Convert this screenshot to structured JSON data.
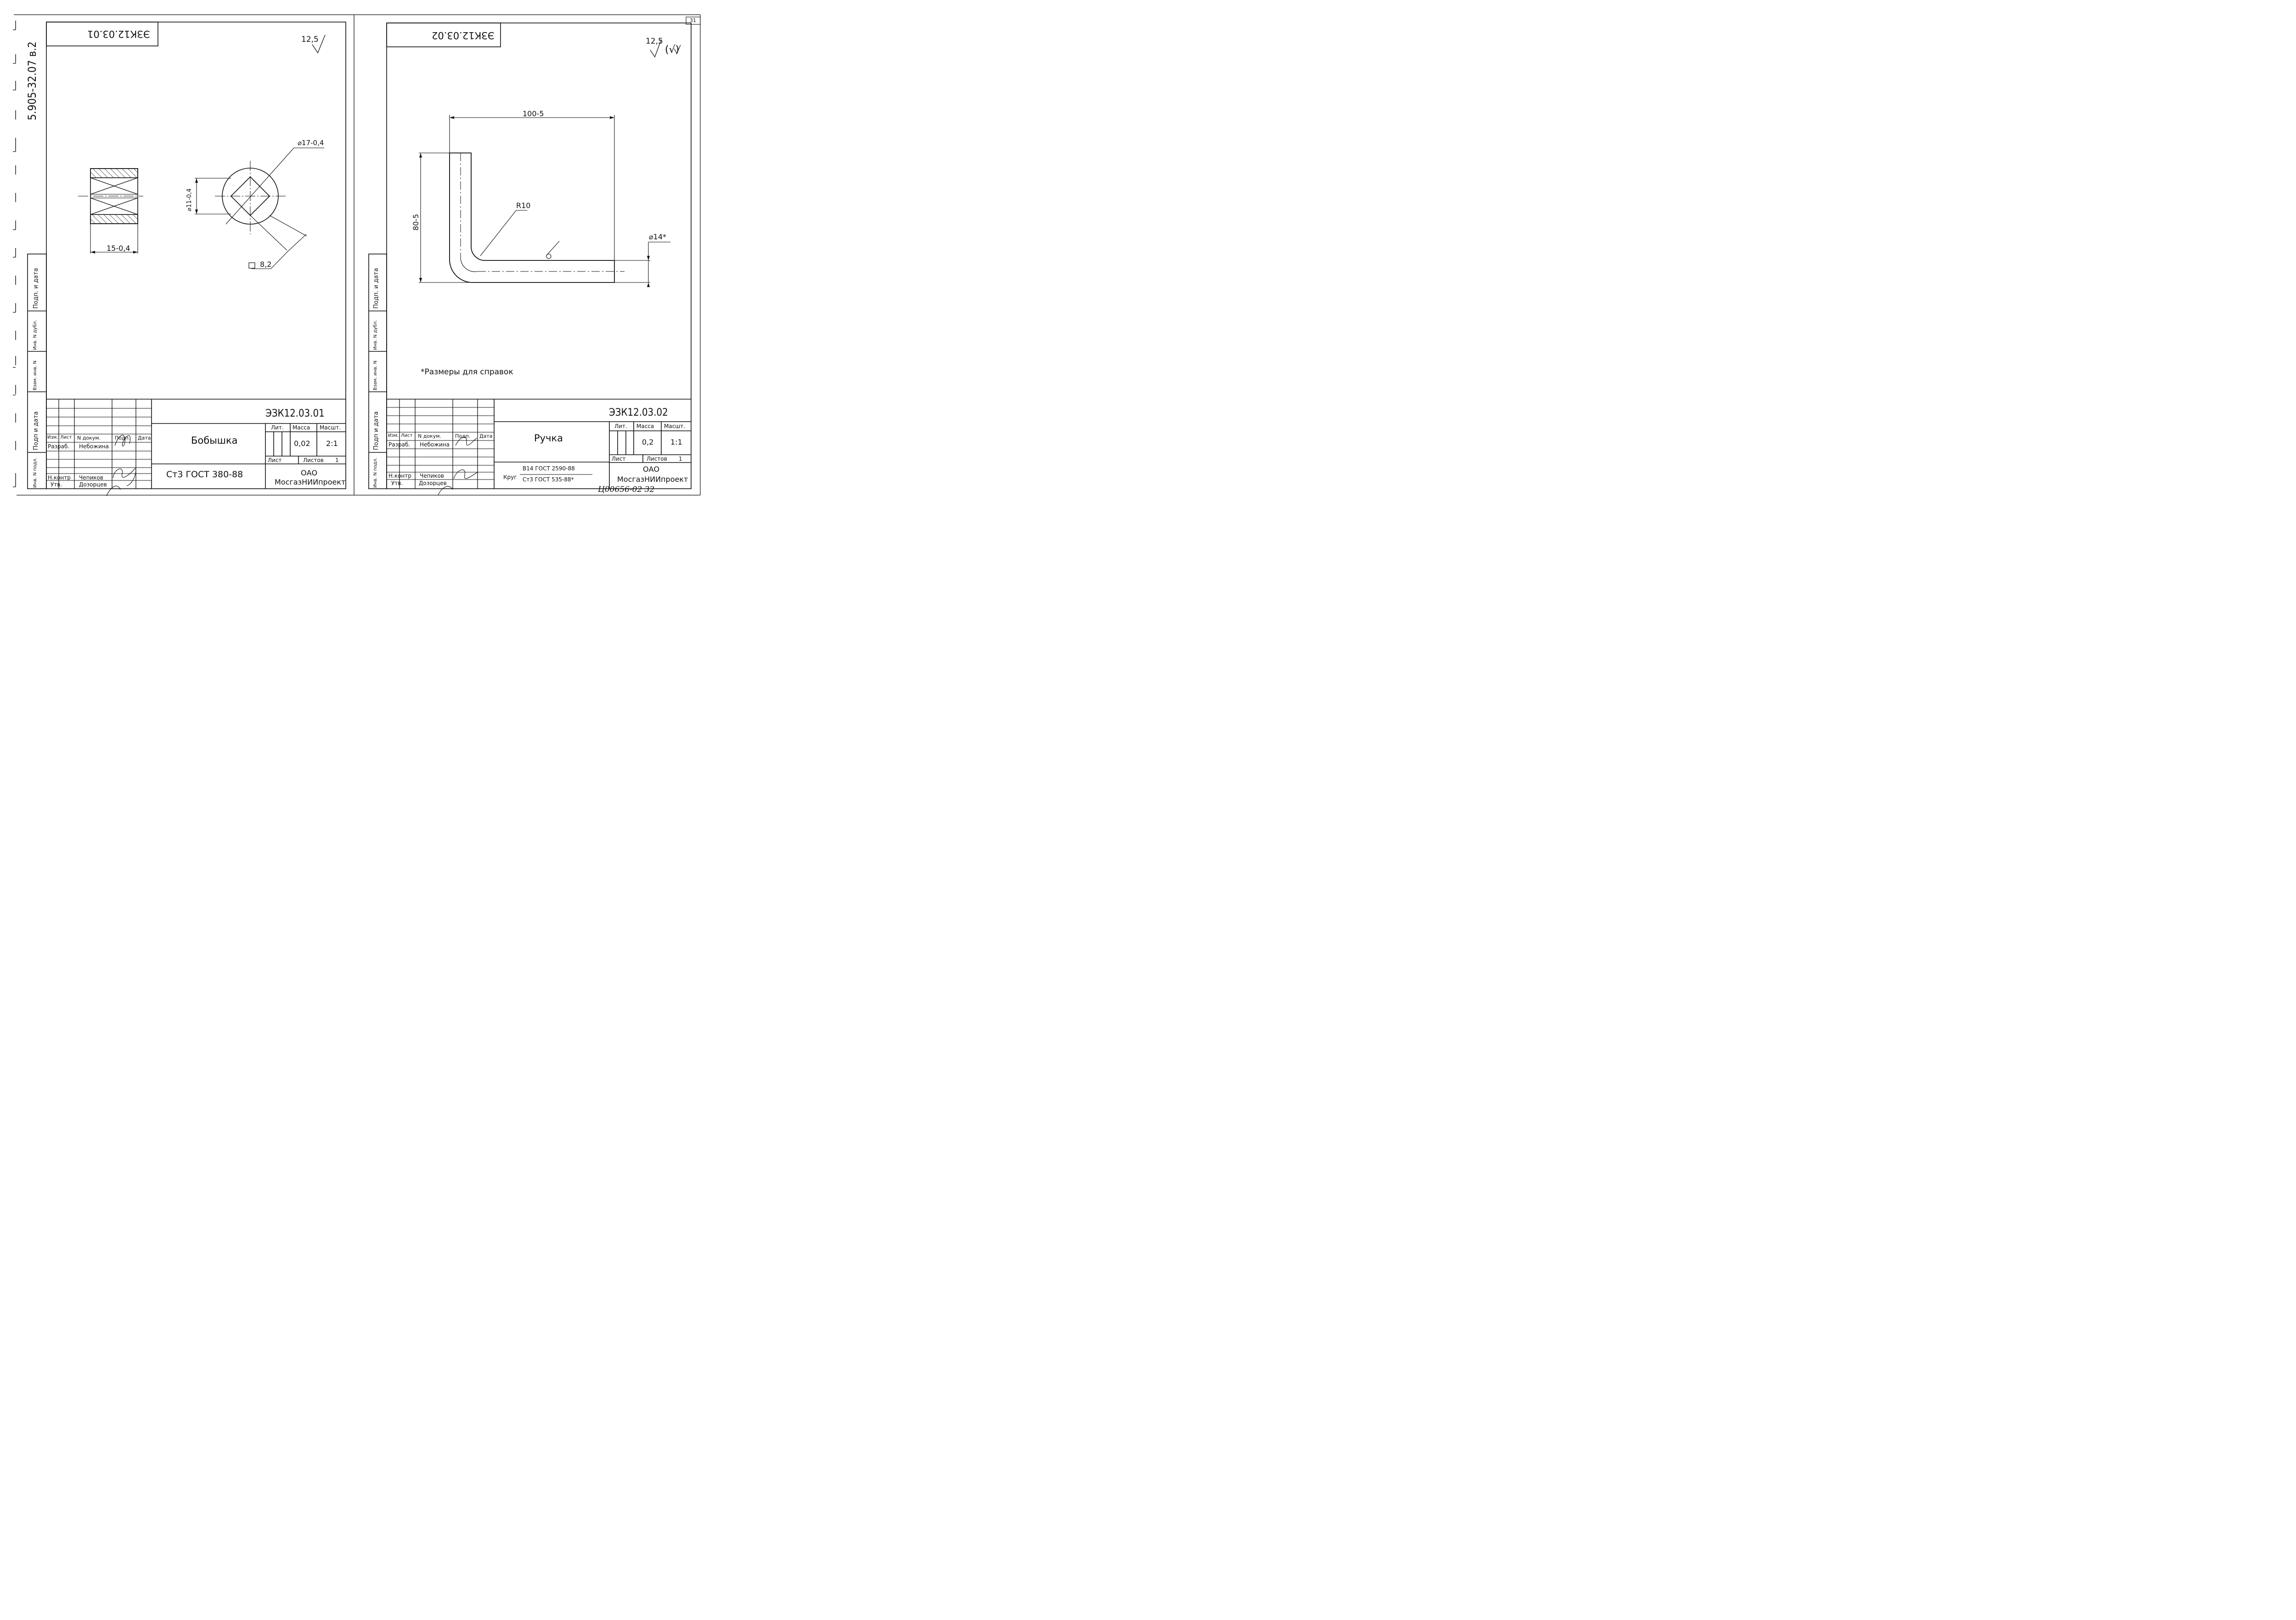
{
  "margin": {
    "doc_designation": "5.905-32.07 в.2",
    "stamp_labels": [
      "Подп. и дата",
      "Инв. N дубл.",
      "Взам. инв. N",
      "Подп и дата",
      "Инв. N подл."
    ]
  },
  "sheet_number_top": "31",
  "footer_handwritten": "Ц00656-02  32",
  "sheet1": {
    "code_box_mirrored": "ЭЗК12.03.01",
    "roughness": "12,5",
    "dims": {
      "diam_outer": "⌀17-0,4",
      "diam_inner": "⌀11-0,4",
      "length": "15-0,4",
      "square": "8,2"
    },
    "title_block": {
      "designation": "ЭЗК12.03.01",
      "name": "Бобышка",
      "material": "Ст3 ГОСТ 380-88",
      "mass": "0,02",
      "scale": "2:1",
      "hdr_lit": "Лит.",
      "hdr_mass": "Масса",
      "hdr_scale": "Масшт.",
      "sheet_label": "Лист",
      "sheets_label": "Листов",
      "sheets_count": "1",
      "company_line1": "ОАО",
      "company_line2": "МосгазНИИпроект",
      "col_izm": "Изм.",
      "col_list": "Лист",
      "col_doc": "N докум.",
      "col_podp": "Подп.",
      "col_date": "Дата",
      "role_dev": "Разраб.",
      "name_dev": "Небожина",
      "role_ctrl": "Н.контр",
      "name_ctrl": "Чепиков",
      "role_appr": "Утв.",
      "name_appr": "Дозорцев"
    }
  },
  "sheet2": {
    "code_box_mirrored": "ЭЗК12.03.02",
    "roughness": "12,5",
    "roughness_extra": "(√)",
    "dims": {
      "width": "100-5",
      "height": "80-5",
      "radius": "R10",
      "diam": "⌀14*"
    },
    "note": "*Размеры для справок",
    "title_block": {
      "designation": "ЭЗК12.03.02",
      "name": "Ручка",
      "material_prefix": "Круг",
      "material_top": "В14 ГОСТ 2590-88",
      "material_bottom": "Ст3 ГОСТ 535-88*",
      "mass": "0,2",
      "scale": "1:1",
      "hdr_lit": "Лит.",
      "hdr_mass": "Масса",
      "hdr_scale": "Масшт.",
      "sheet_label": "Лист",
      "sheets_label": "Листов",
      "sheets_count": "1",
      "company_line1": "ОАО",
      "company_line2": "МосгазНИИпроект",
      "col_izm": "Изм.",
      "col_list": "Лист",
      "col_doc": "N докум.",
      "col_podp": "Подп.",
      "col_date": "Дата",
      "role_dev": "Разраб.",
      "name_dev": "Небожина",
      "role_ctrl": "Н.контр",
      "name_ctrl": "Чепиков",
      "role_appr": "Утв.",
      "name_appr": "Дозорцев"
    }
  }
}
